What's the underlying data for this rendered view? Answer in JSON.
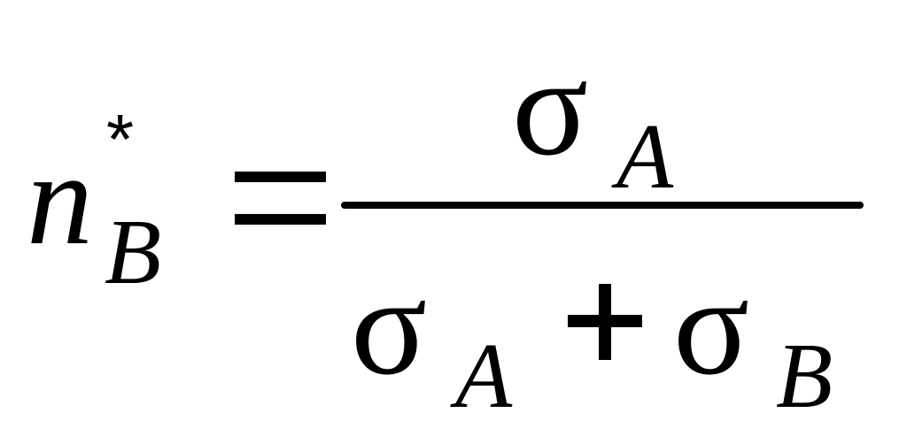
{
  "formula": {
    "lhs": {
      "symbol": "n",
      "superscript": "*",
      "subscript": "B"
    },
    "relation": "=",
    "numerator": {
      "symbol": "σ",
      "subscript": "A"
    },
    "denominator": {
      "term1": {
        "symbol": "σ",
        "subscript": "A"
      },
      "operator": "+",
      "term2": {
        "symbol": "σ",
        "subscript": "B"
      }
    }
  }
}
